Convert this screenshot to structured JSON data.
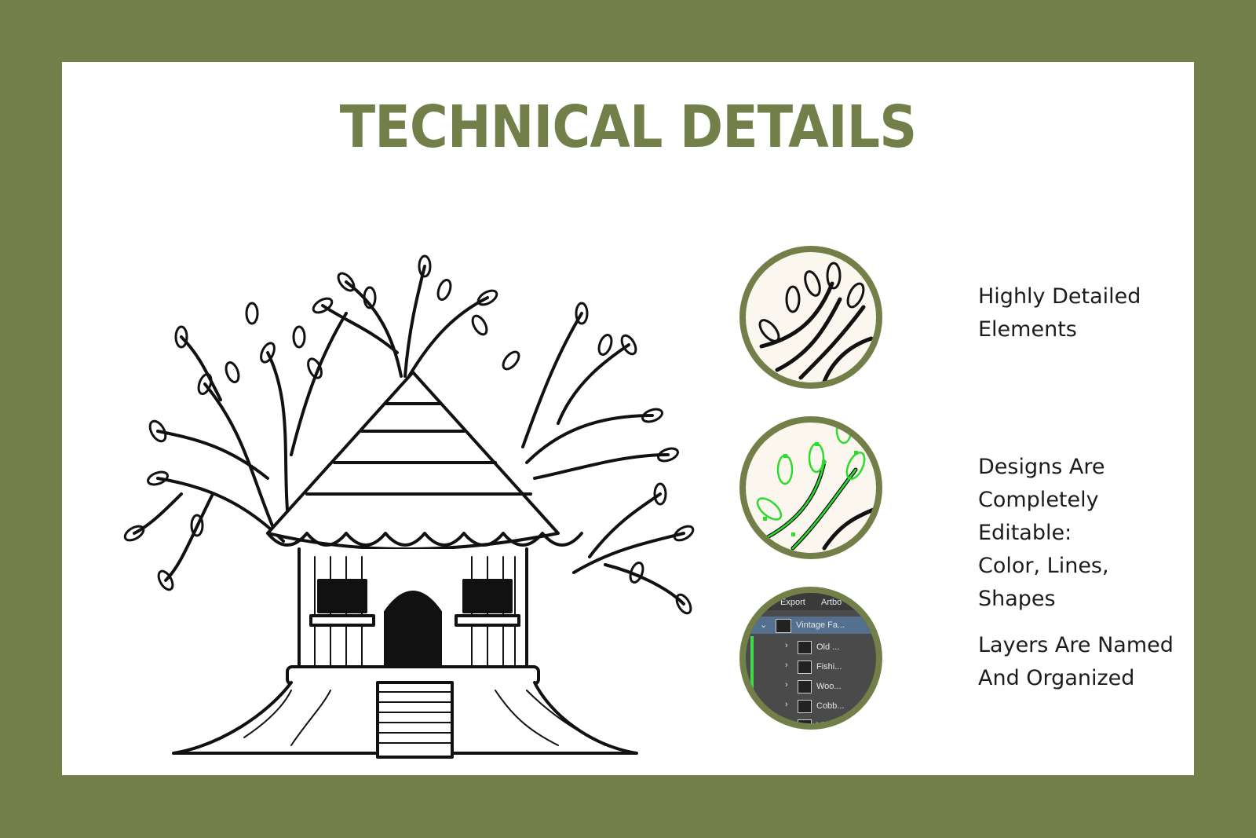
{
  "title": "TECHNICAL DETAILS",
  "colors": {
    "brand_green": "#737f49",
    "background": "#ffffff",
    "text": "#1c1c1c"
  },
  "illustration": {
    "icon": "treehouse-line-art"
  },
  "features": [
    {
      "label": "Highly Detailed\nElements",
      "icon": "leaves-detail-closeup"
    },
    {
      "label": "Designs Are\nCompletely Editable:\nColor, Lines, Shapes",
      "icon": "vector-paths-closeup"
    },
    {
      "label": "Layers Are Named\nAnd Organized",
      "icon": "layers-panel-closeup"
    }
  ],
  "layers_panel": {
    "tabs": [
      "Export",
      "Artbo"
    ],
    "group": "Vintage Fa...",
    "layers": [
      "Old ...",
      "Fishi...",
      "Woo...",
      "Cobb...",
      "Vi..."
    ]
  }
}
